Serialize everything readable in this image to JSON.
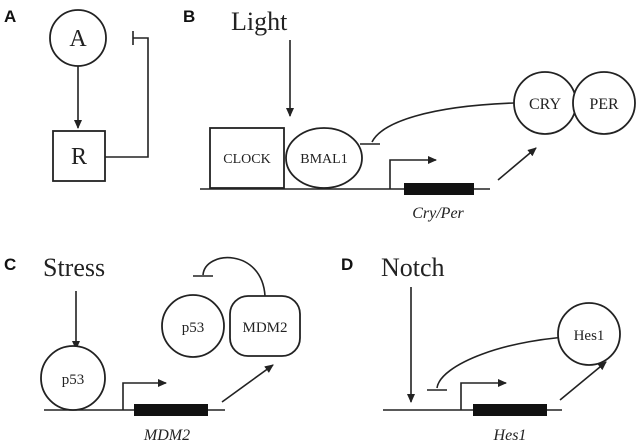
{
  "panels": {
    "A": {
      "letter": "A",
      "activator": "A",
      "repressor": "R"
    },
    "B": {
      "letter": "B",
      "signal": "Light",
      "protein1": "CLOCK",
      "protein2": "BMAL1",
      "repressor1": "CRY",
      "repressor2": "PER",
      "gene": "Cry/Per"
    },
    "C": {
      "letter": "C",
      "signal": "Stress",
      "tf": "p53",
      "complex1": "p53",
      "complex2": "MDM2",
      "gene": "MDM2"
    },
    "D": {
      "letter": "D",
      "signal": "Notch",
      "repressor": "Hes1",
      "gene": "Hes1"
    }
  },
  "colors": {
    "ink": "#222222",
    "gene_block": "#111111",
    "background": "#ffffff"
  }
}
